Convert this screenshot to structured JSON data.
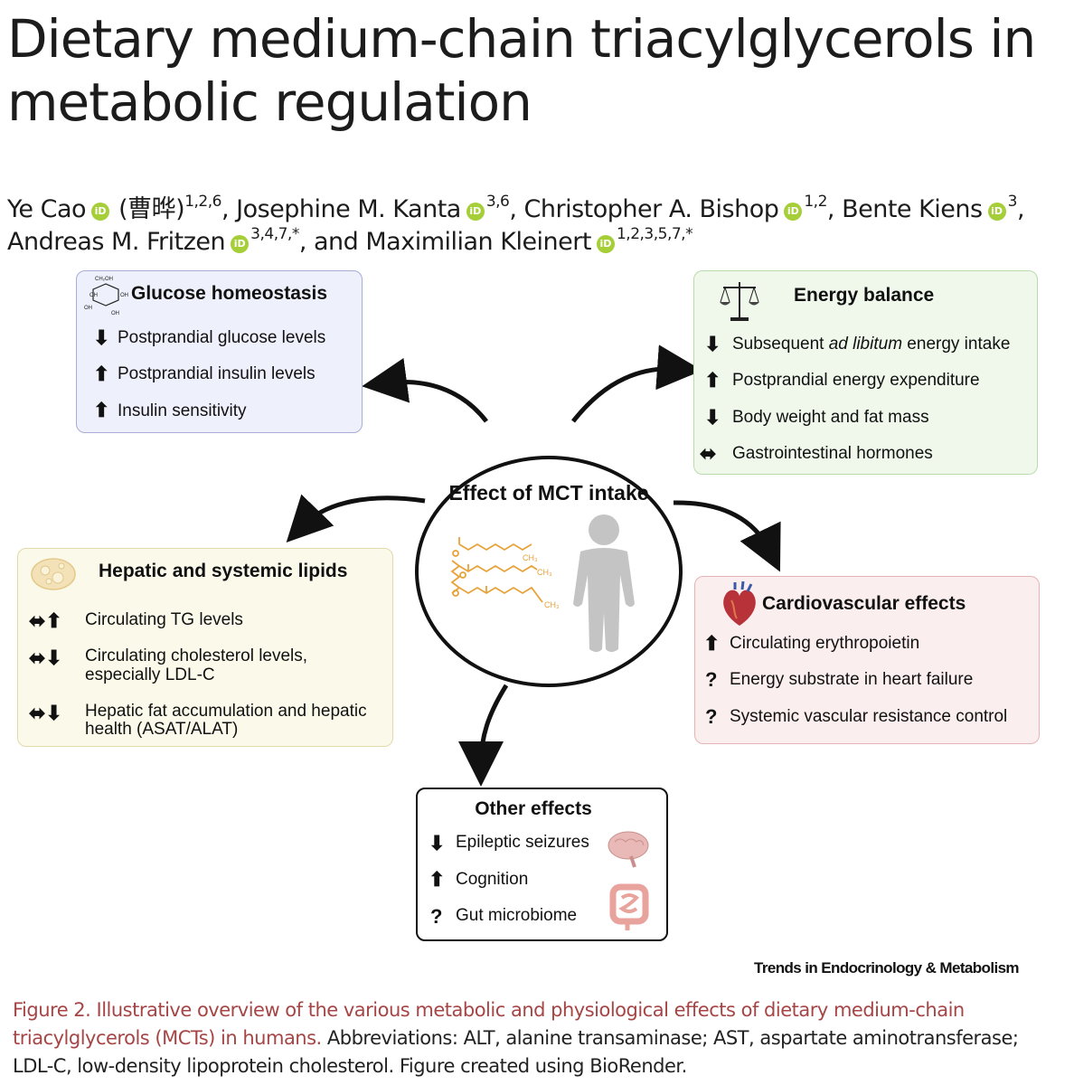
{
  "title": "Dietary medium-chain triacylglycerols in metabolic regulation",
  "authors": [
    {
      "name": "Ye Cao",
      "extra": " (曹晔)",
      "sup": "1,2,6",
      "sep": ", "
    },
    {
      "name": "Josephine M. Kanta",
      "extra": "",
      "sup": "3,6",
      "sep": ", "
    },
    {
      "name": "Christopher A. Bishop",
      "extra": "",
      "sup": "1,2",
      "sep": ", "
    },
    {
      "name": "Bente Kiens",
      "extra": "",
      "sup": "3",
      "sep": ","
    },
    {
      "name": "Andreas M. Fritzen",
      "extra": "",
      "sup": "3,4,7,*",
      "sep": ", and "
    },
    {
      "name": "Maximilian Kleinert",
      "extra": "",
      "sup": "1,2,3,5,7,*",
      "sep": ""
    }
  ],
  "orcid_badge": "iD",
  "center": {
    "title": "Effect of MCT intake",
    "molecule_labels": [
      "CH₃",
      "CH₃",
      "CH₃"
    ]
  },
  "glucose": {
    "title": "Glucose homeostasis",
    "icon_labels": [
      "CH₂OH",
      "OH",
      "OH",
      "OH",
      "OH"
    ],
    "items": [
      {
        "symbol": "⬇",
        "text": "Postprandial glucose levels"
      },
      {
        "symbol": "⬆",
        "text": "Postprandial insulin levels"
      },
      {
        "symbol": "⬆",
        "text": "Insulin sensitivity"
      }
    ]
  },
  "energy": {
    "title": "Energy balance",
    "items": [
      {
        "symbol": "⬇",
        "pre": "Subsequent ",
        "em": "ad libitum",
        "post": " energy intake"
      },
      {
        "symbol": "⬆",
        "pre": "Postprandial energy expenditure",
        "em": "",
        "post": ""
      },
      {
        "symbol": "⬇",
        "pre": "Body weight and fat mass",
        "em": "",
        "post": ""
      },
      {
        "symbol": "⬌",
        "pre": "Gastrointestinal hormones",
        "em": "",
        "post": ""
      }
    ]
  },
  "lipids": {
    "title": "Hepatic and systemic lipids",
    "items": [
      {
        "symbol": "⬌⬆",
        "line1": "Circulating TG levels",
        "line2": ""
      },
      {
        "symbol": "⬌⬇",
        "line1": "Circulating cholesterol levels,",
        "line2": "especially LDL-C"
      },
      {
        "symbol": "⬌⬇",
        "line1": "Hepatic fat accumulation and hepatic",
        "line2": "health (ASAT/ALAT)"
      }
    ]
  },
  "cardio": {
    "title": "Cardiovascular effects",
    "items": [
      {
        "symbol": "⬆",
        "text": "Circulating erythropoietin"
      },
      {
        "symbol": "?",
        "text": "Energy substrate in heart failure"
      },
      {
        "symbol": "?",
        "text": "Systemic vascular resistance control"
      }
    ]
  },
  "other": {
    "title": "Other effects",
    "items": [
      {
        "symbol": "⬇",
        "text": "Epileptic seizures"
      },
      {
        "symbol": "⬆",
        "text": "Cognition"
      },
      {
        "symbol": "?",
        "text": "Gut microbiome"
      }
    ]
  },
  "journal": "Trends in Endocrinology & Metabolism",
  "caption": {
    "lead": "Figure 2. Illustrative overview of the various metabolic and physiological effects of dietary medium-chain triacylglycerols (MCTs) in humans.",
    "rest": " Abbreviations: ALT, alanine transaminase; AST, aspartate aminotransferase; LDL-C, low-density lipoprotein cholesterol. Figure created using BioRender."
  }
}
